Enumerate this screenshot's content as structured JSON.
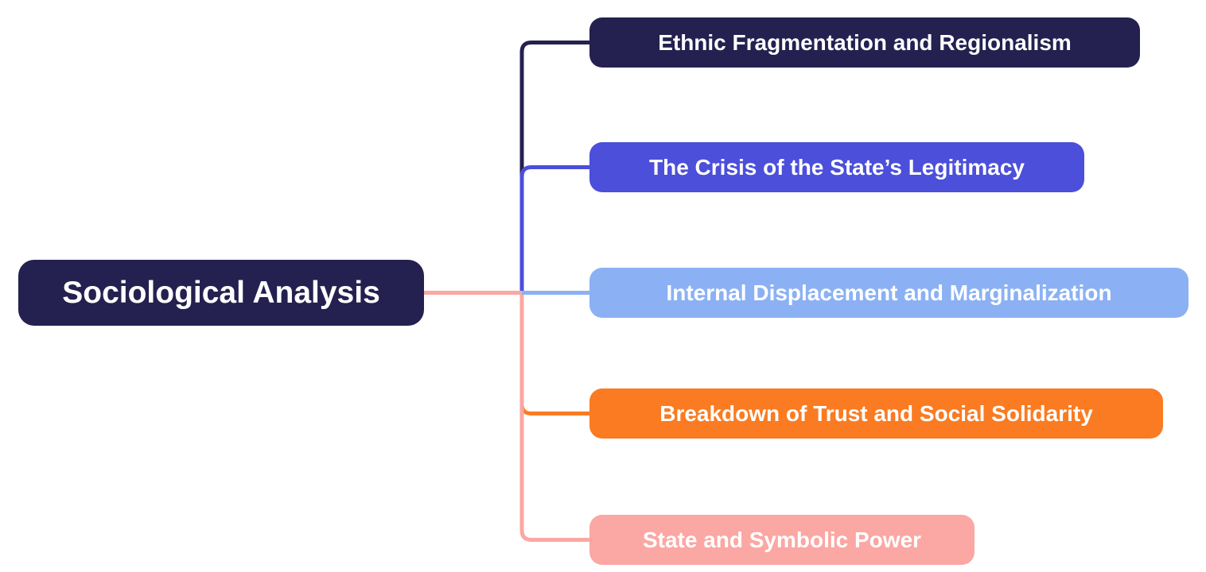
{
  "root": {
    "label": "Sociological Analysis",
    "color": "#242150",
    "text_color": "#ffffff"
  },
  "branches": [
    {
      "label": "Ethnic Fragmentation and Regionalism",
      "color": "#242150",
      "text_color": "#ffffff"
    },
    {
      "label": "The Crisis of the State’s Legitimacy",
      "color": "#4B4FD9",
      "text_color": "#ffffff"
    },
    {
      "label": "Internal Displacement and Marginalization",
      "color": "#8BB1F4",
      "text_color": "#ffffff"
    },
    {
      "label": "Breakdown of Trust and Social Solidarity",
      "color": "#FA7B21",
      "text_color": "#ffffff"
    },
    {
      "label": "State and Symbolic Power",
      "color": "#FBA7A3",
      "text_color": "#ffffff"
    }
  ],
  "connectors": {
    "root_line_color": "#FBA7A3"
  }
}
